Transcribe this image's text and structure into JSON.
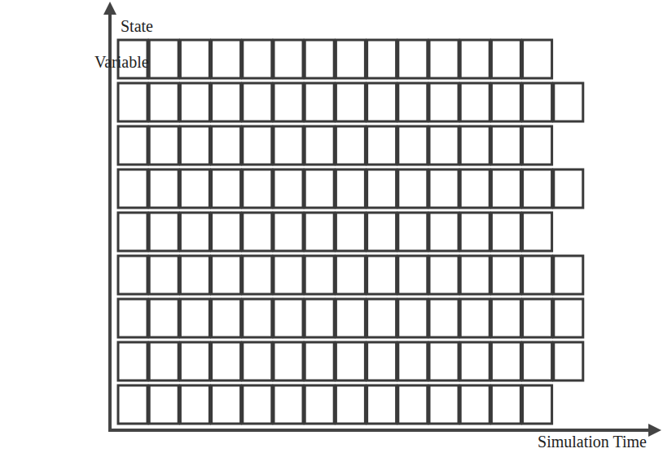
{
  "diagram": {
    "labels": [
      "State",
      "Variable",
      "Simulation Time"
    ]
  }
}
